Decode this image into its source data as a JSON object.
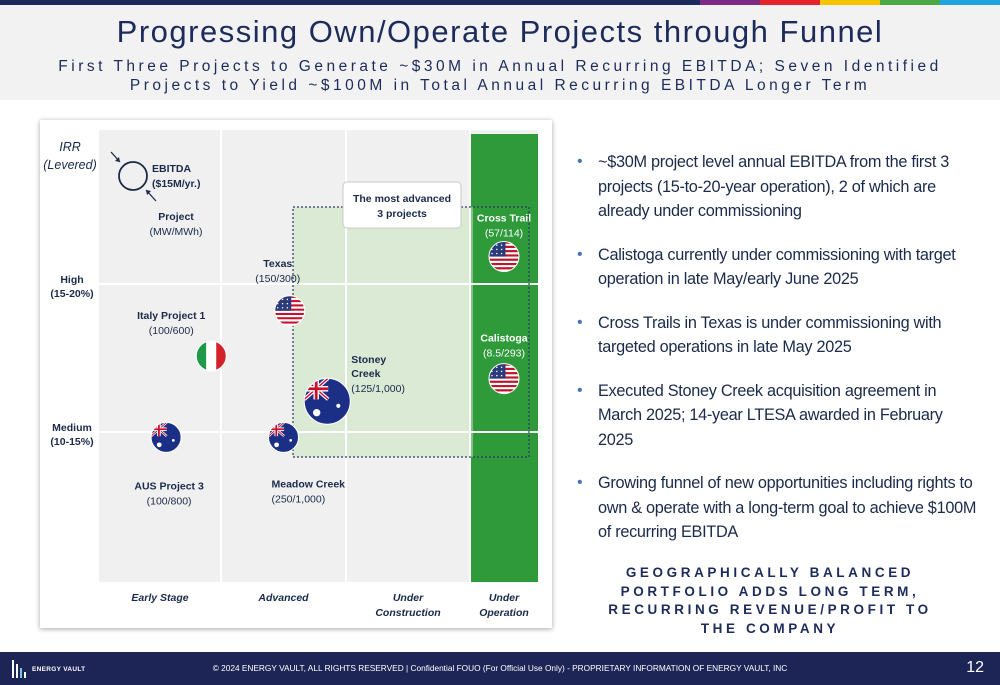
{
  "brand_colors": {
    "navy": "#1d2557",
    "strip": [
      "#1f2a5c",
      "#7b2b83",
      "#e4232b",
      "#f5c400",
      "#4ba847",
      "#1ea5df"
    ],
    "operation_green": "#2e9a3a"
  },
  "header": {
    "title": "Progressing Own/Operate Projects through Funnel",
    "subtitle": "First Three Projects to Generate ~$30M in Annual Recurring EBITDA; Seven Identified Projects to Yield ~$100M in Total Annual Recurring EBITDA Longer Term"
  },
  "chart_data": {
    "type": "scatter",
    "y_axis_title": [
      "IRR",
      "(Levered)"
    ],
    "y_levels": [
      {
        "label": "High",
        "sub": "(15-20%)"
      },
      {
        "label": "Medium",
        "sub": "(10-15%)"
      }
    ],
    "x_stages": [
      {
        "label": [
          "Early Stage"
        ]
      },
      {
        "label": [
          "Advanced"
        ]
      },
      {
        "label": [
          "Under",
          "Construction"
        ]
      },
      {
        "label": [
          "Under",
          "Operation"
        ]
      }
    ],
    "legend": {
      "bubble_label": [
        "EBITDA",
        "($15M/yr.)"
      ],
      "project_label": "Project",
      "project_sub": "(MW/MWh)"
    },
    "callout": [
      "The most advanced",
      "3 projects"
    ],
    "projects": [
      {
        "name": [
          "Cross Trail"
        ],
        "sub": "(57/114)",
        "flag": "us",
        "stage": 3.5,
        "irr": 0.72,
        "ebitda_scale": "small"
      },
      {
        "name": [
          "Calistoga"
        ],
        "sub": "(8.5/293)",
        "flag": "us",
        "stage": 3.5,
        "irr": 0.45,
        "ebitda_scale": "small"
      },
      {
        "name": [
          "Texas"
        ],
        "sub": "(150/300)",
        "flag": "us",
        "stage": 1.55,
        "irr": 0.6,
        "ebitda_scale": "small"
      },
      {
        "name": [
          "Italy Project 1"
        ],
        "sub": "(100/600)",
        "flag": "it",
        "stage": 0.92,
        "irr": 0.5,
        "ebitda_scale": "small"
      },
      {
        "name": [
          "Stoney",
          "Creek"
        ],
        "sub": "(125/1,000)",
        "flag": "au",
        "stage": 1.85,
        "irr": 0.4,
        "ebitda_scale": "large"
      },
      {
        "name": [
          "Meadow Creek"
        ],
        "sub": "(250/1,000)",
        "flag": "au",
        "stage": 1.5,
        "irr": 0.32,
        "ebitda_scale": "small"
      },
      {
        "name": [
          "AUS Project 3"
        ],
        "sub": "(100/800)",
        "flag": "au",
        "stage": 0.55,
        "irr": 0.32,
        "ebitda_scale": "small"
      }
    ]
  },
  "bullets": [
    "~$30M project level annual EBITDA from the first 3 projects (15-to-20-year operation), 2 of which are already under commissioning",
    "Calistoga currently under commissioning with target operation in late May/early June 2025",
    "Cross Trails in Texas is under commissioning with targeted operations in late May 2025",
    "Executed Stoney Creek acquisition agreement in March 2025; 14-year LTESA awarded in February 2025",
    "Growing funnel of new opportunities including rights to own & operate with a long-term goal to achieve $100M of recurring EBITDA"
  ],
  "tagline": "GEOGRAPHICALLY BALANCED PORTFOLIO ADDS LONG TERM, RECURRING REVENUE/PROFIT TO THE COMPANY",
  "footer": {
    "logo_text": "ENERGY VAULT",
    "copyright": "© 2024 ENERGY VAULT, ALL RIGHTS RESERVED  |  Confidential FOUO (For Official Use Only) - PROPRIETARY INFORMATION OF ENERGY VAULT, INC",
    "page_number": "12"
  }
}
